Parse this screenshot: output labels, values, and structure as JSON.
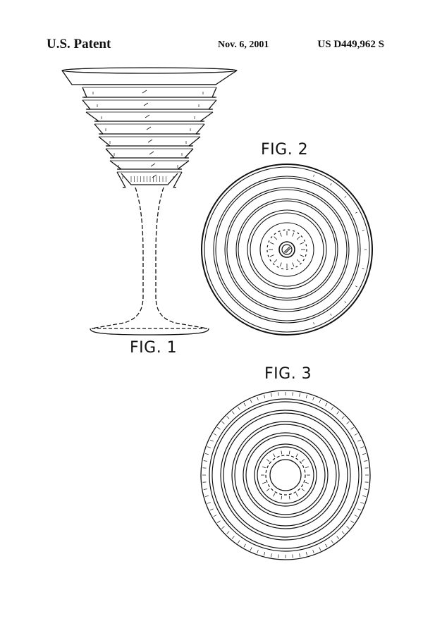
{
  "header": {
    "left": "U.S. Patent",
    "center": "Nov. 6, 2001",
    "right": "US D449,962 S"
  },
  "figures": [
    {
      "label": "FIG. 1",
      "icon": "martini-glass-side-view-icon"
    },
    {
      "label": "FIG. 2",
      "icon": "glass-top-view-icon"
    },
    {
      "label": "FIG. 3",
      "icon": "glass-bottom-view-icon"
    }
  ]
}
